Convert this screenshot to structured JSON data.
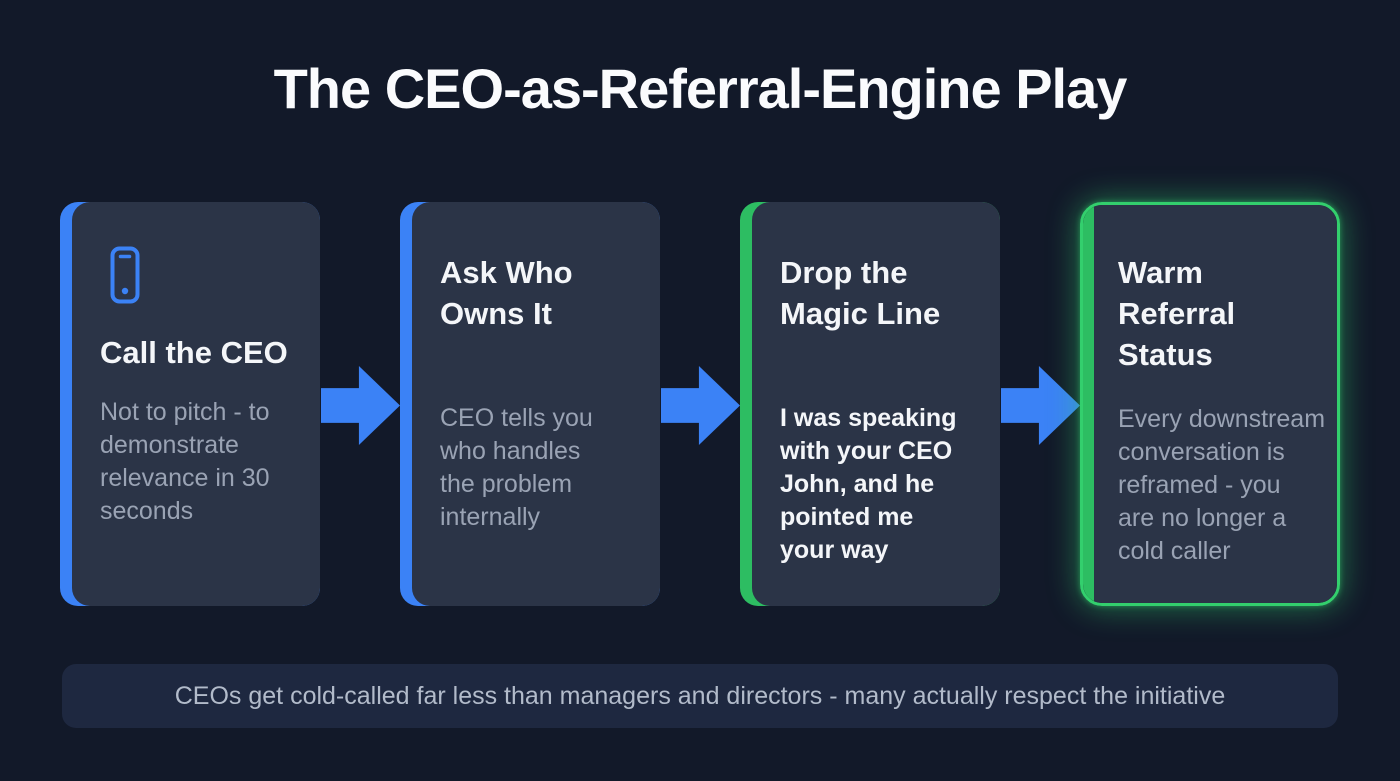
{
  "title": "The CEO-as-Referral-Engine Play",
  "colors": {
    "background": "#121929",
    "card_background": "#2b3447",
    "blue_accent": "#3b82f6",
    "green_accent": "#2dbd62",
    "highlight_border": "#33cf6d",
    "heading_text": "#f4f6f9",
    "body_text": "#9aa3b4",
    "footer_background": "#1e2840",
    "footer_text": "#b2bbca"
  },
  "steps": [
    {
      "icon": "phone-icon",
      "accent": "blue",
      "title": "Call the CEO",
      "description": "Not to pitch - to\ndemonstrate\nrelevance in 30\nseconds"
    },
    {
      "accent": "blue",
      "title": "Ask Who\nOwns It",
      "description": "CEO tells you\nwho handles\nthe problem\ninternally"
    },
    {
      "accent": "green",
      "title": "Drop the\nMagic Line",
      "description": "I was speaking\nwith your CEO\nJohn, and he\npointed me\nyour way",
      "emphasized": true
    },
    {
      "accent": "green",
      "highlighted": true,
      "title": "Warm\nReferral\nStatus",
      "description": "Every downstream\nconversation is\nreframed - you\nare no longer a\ncold caller"
    }
  ],
  "footer": {
    "note": "CEOs get cold-called far less than managers and directors - many actually respect the initiative"
  }
}
